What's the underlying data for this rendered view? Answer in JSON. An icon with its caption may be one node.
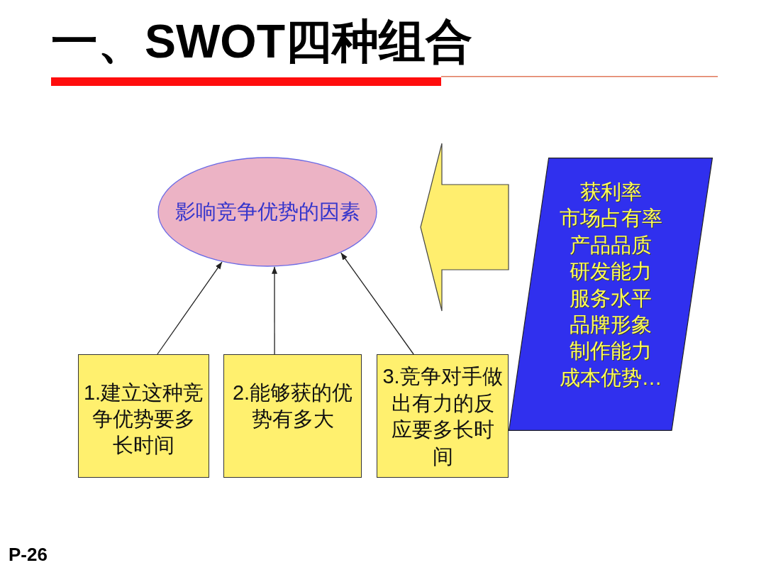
{
  "diagram": {
    "title": "一、SWOT四种组合",
    "nodes": [
      {
        "text": [
          "影响竞争优势的因素"
        ]
      },
      {
        "text": [
          "1.建立这种竞争优势要多长时间"
        ]
      },
      {
        "text": [
          "2.能够获的优势有多大"
        ]
      },
      {
        "text": [
          "3.竞争对手做出有力的反应要多长时间"
        ]
      },
      {
        "text": [
          "获利率",
          "市场占有率",
          "产品品质",
          "研发能力",
          "服务水平",
          "品牌形象",
          "制作能力",
          "成本优势…"
        ]
      }
    ],
    "edges": [
      {
        "from": 1,
        "to": 0,
        "arrow": "to"
      },
      {
        "from": 2,
        "to": 0,
        "arrow": "to"
      },
      {
        "from": 3,
        "to": 0,
        "arrow": "to"
      },
      {
        "from": 4,
        "to": 0,
        "arrow": "to",
        "style": "thick",
        "color": "#ffee6e"
      }
    ],
    "labels": [
      "P-26"
    ]
  }
}
